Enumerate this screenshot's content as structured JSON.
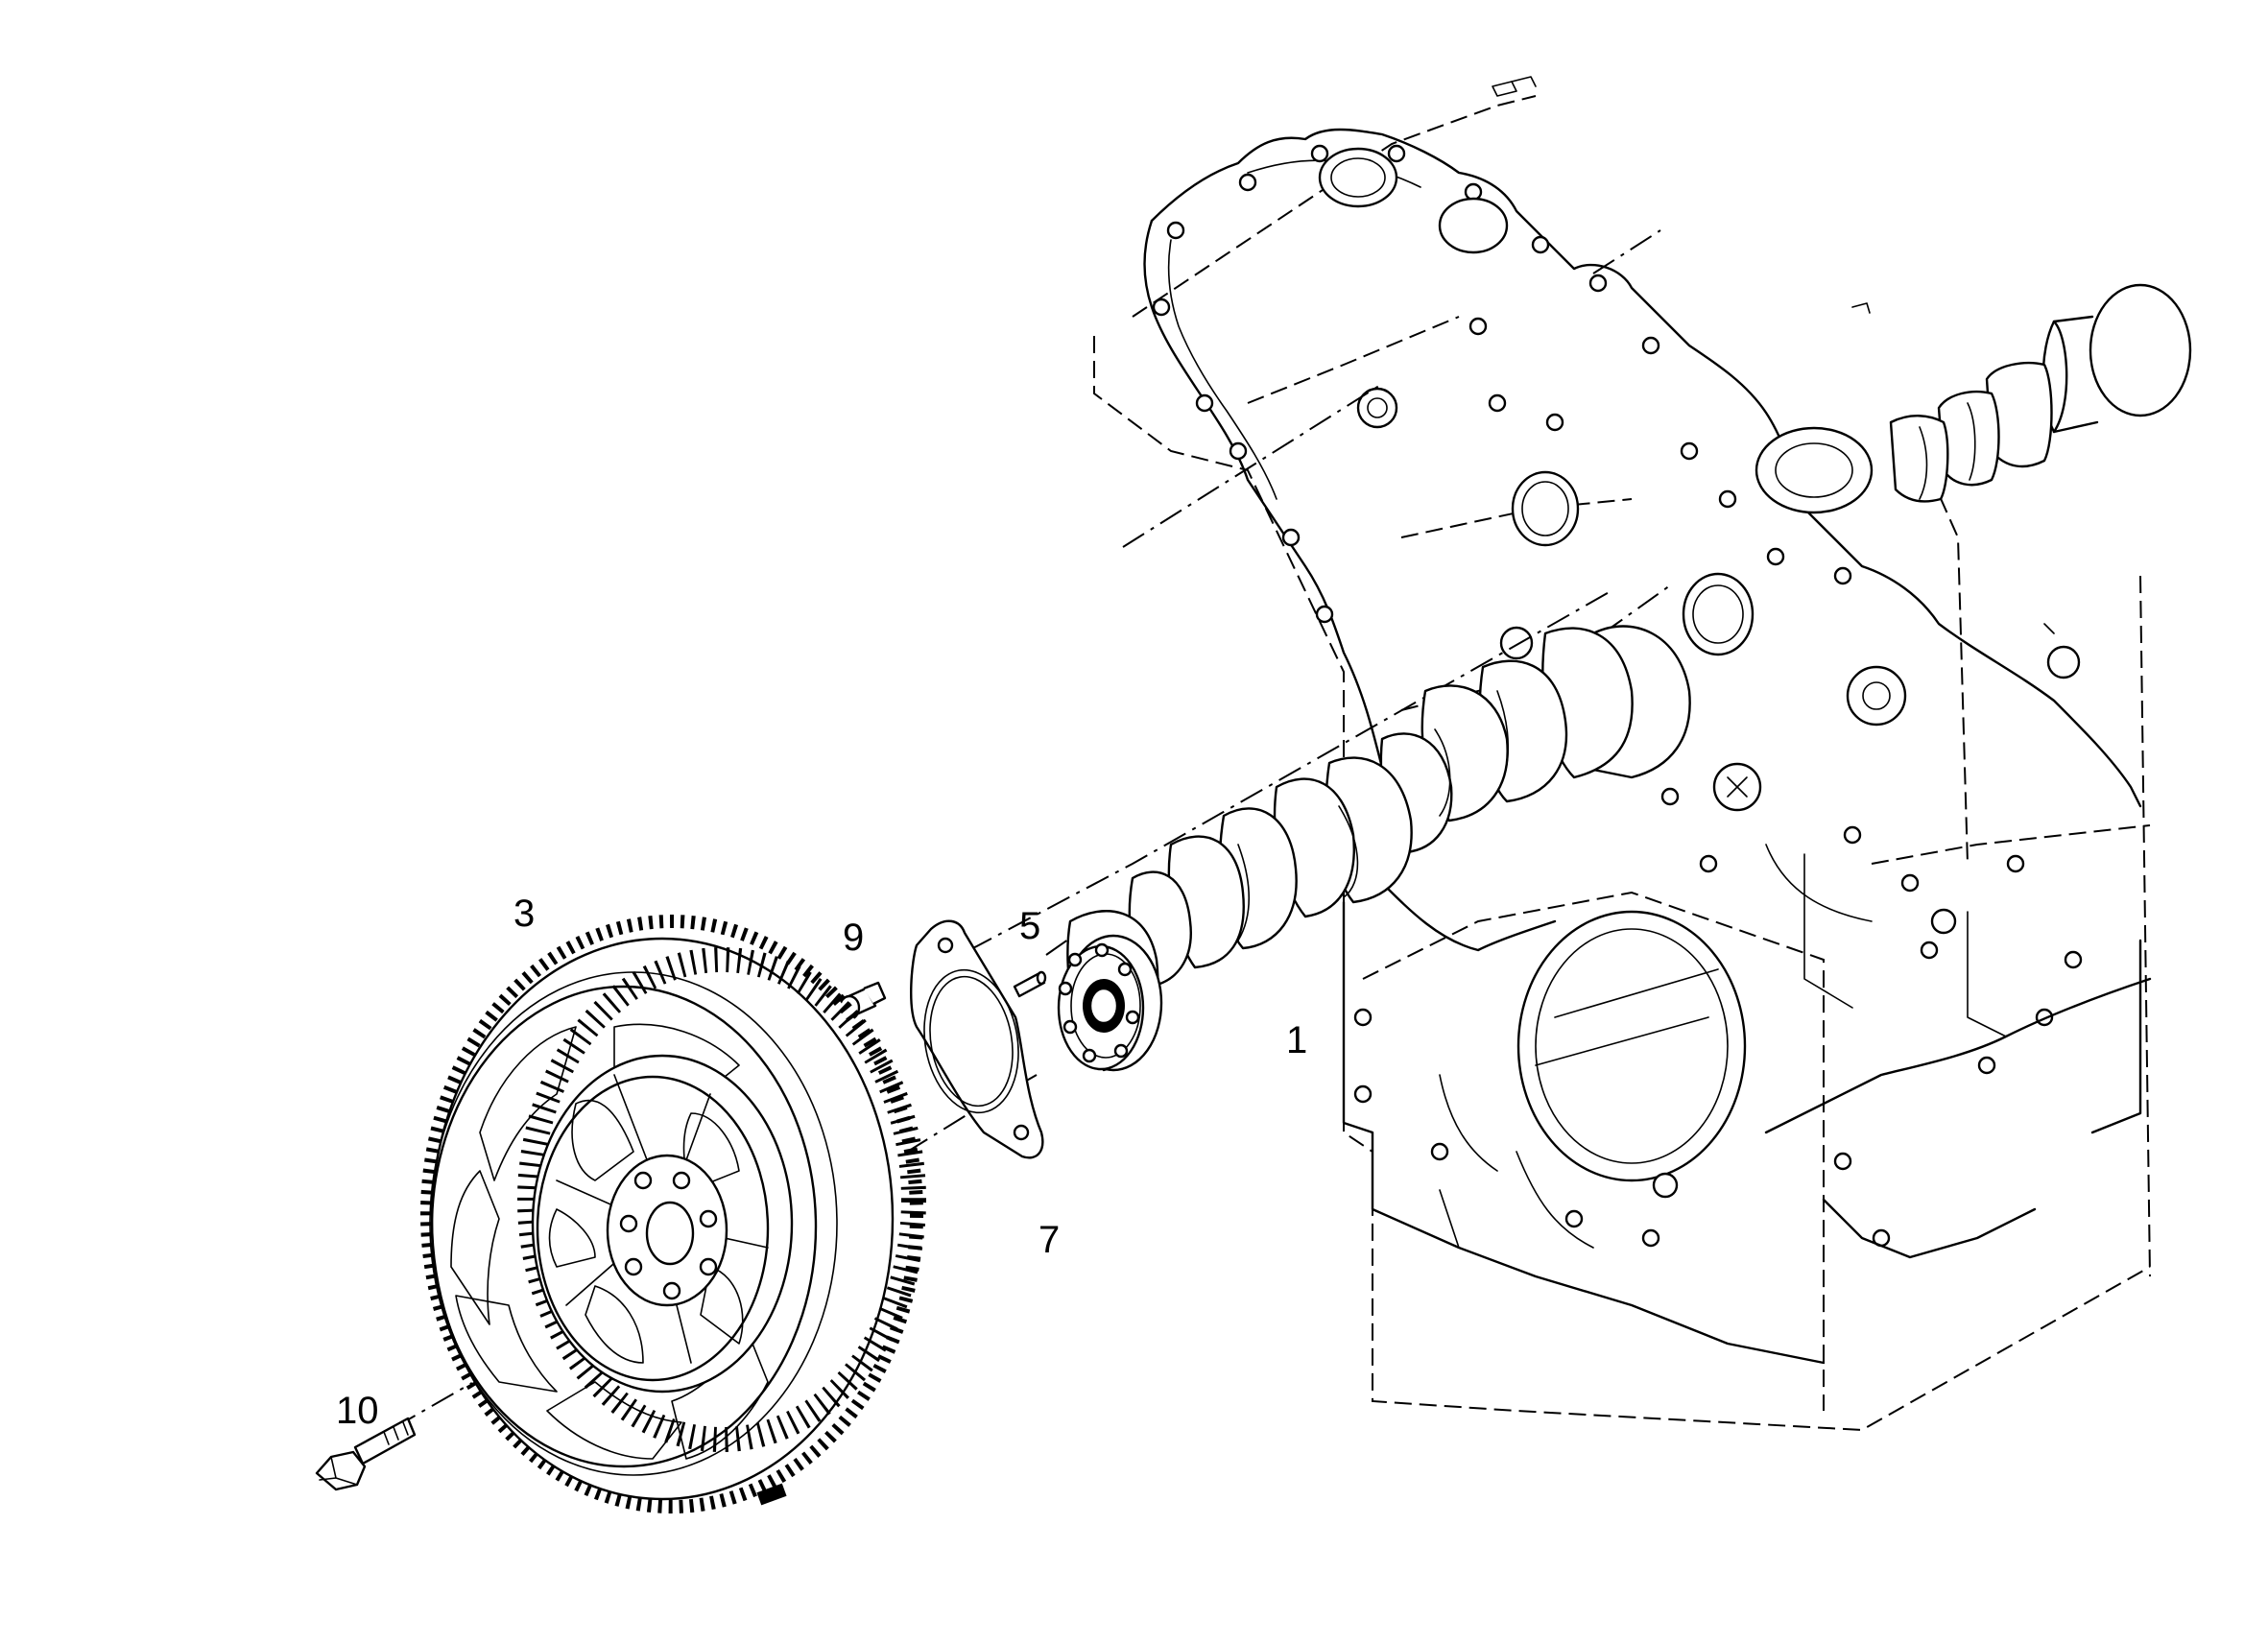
{
  "diagram": {
    "callouts": {
      "camshaft": "1",
      "gear": "3",
      "pin": "5",
      "gasket": "7",
      "small_bolt": "9",
      "gear_bolt": "10"
    }
  }
}
